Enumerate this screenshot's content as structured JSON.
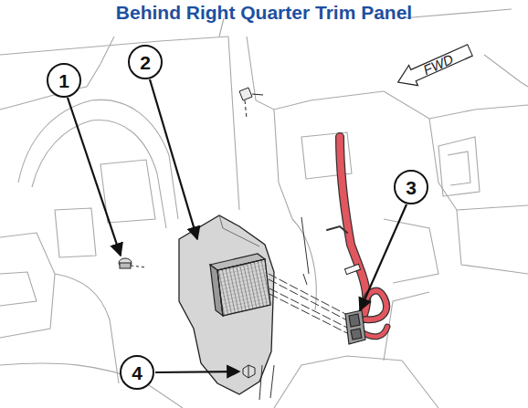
{
  "diagram": {
    "title": "Behind Right Quarter Trim Panel",
    "nodes": [
      {
        "text": [
          "1"
        ]
      },
      {
        "text": [
          "2"
        ]
      },
      {
        "text": [
          "FWD"
        ]
      },
      {
        "text": [
          "3"
        ]
      },
      {
        "text": [
          "4"
        ]
      }
    ]
  }
}
